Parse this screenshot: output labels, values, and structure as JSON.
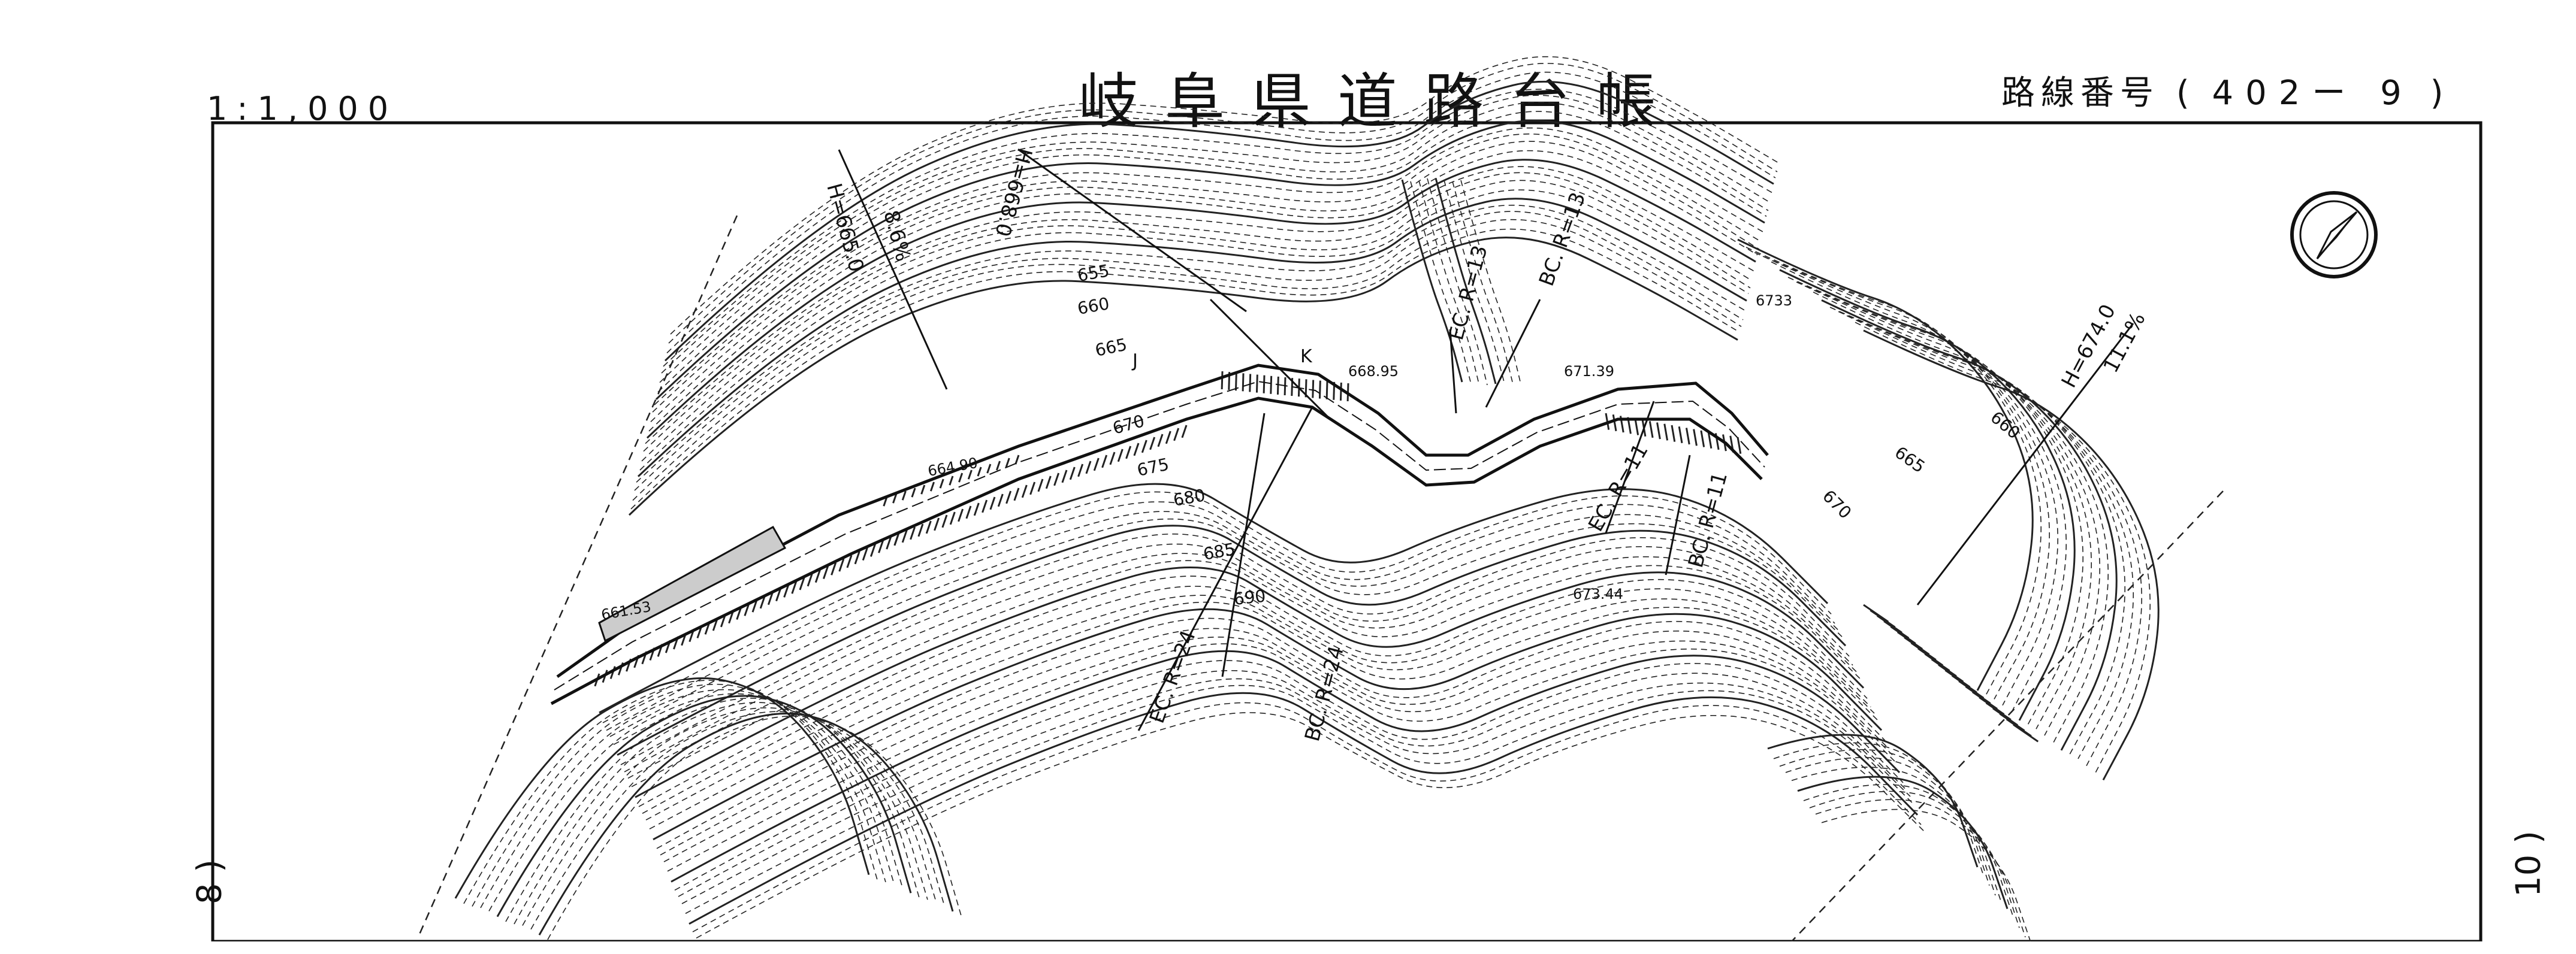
{
  "header": {
    "scale": "1:1,000",
    "title": "岐阜県道路台帳",
    "route_label": "路線番号",
    "route_open": "(",
    "route_number": "402ー 9",
    "route_close": ")"
  },
  "sheet_links": {
    "left": "8 )",
    "right": "10 )"
  },
  "labels": {
    "contours": [
      "655",
      "660",
      "665",
      "670",
      "675",
      "680",
      "685",
      "690",
      "660",
      "665",
      "670"
    ],
    "elevations": [
      "664.90",
      "661.53",
      "668.95",
      "671.39",
      "6733",
      "673.44"
    ],
    "curves": [
      "EC. R=24",
      "BC. R=24",
      "EC. R=13",
      "BC. R=13",
      "EC. R=11",
      "BC. R=11"
    ],
    "grades": [
      "H=665.0",
      "8.6%",
      "H=668.0",
      "H=674.0",
      "11.1%"
    ],
    "points": [
      "J",
      "K"
    ]
  },
  "colors": {
    "ink": "#111111",
    "paper": "#ffffff"
  },
  "icons": {
    "north": "north-arrow-icon"
  }
}
